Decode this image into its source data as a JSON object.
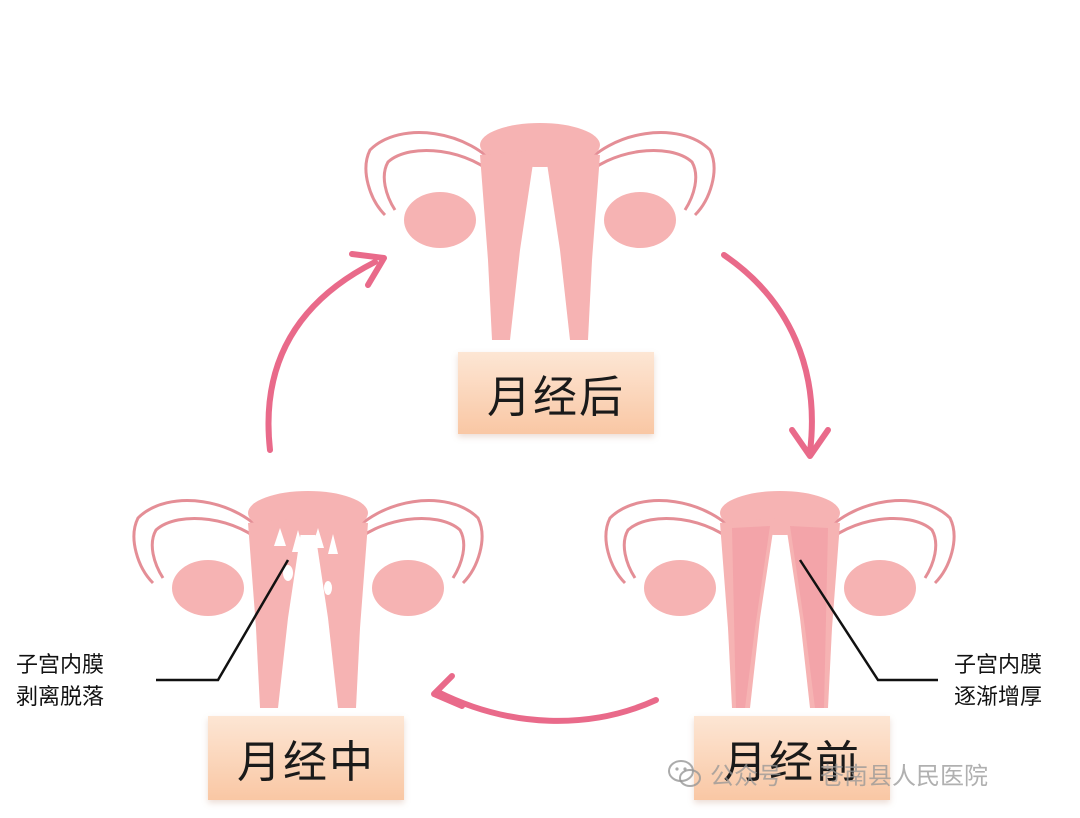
{
  "stages": {
    "after": "月经后",
    "before": "月经前",
    "during": "月经中"
  },
  "annotations": {
    "left": [
      "子宫内膜",
      "剥离脱落"
    ],
    "right": [
      "子宫内膜",
      "逐渐增厚"
    ]
  },
  "watermark": {
    "prefix": "公众号",
    "name": "苍南县人民医院",
    "icon": "wechat-icon"
  },
  "colors": {
    "uterus_body": "#f6b3b3",
    "uterus_light": "#f9cccc",
    "uterus_outline": "#e48e96",
    "arrow": "#e96a8a",
    "label_bg": "#f9c7a4"
  }
}
